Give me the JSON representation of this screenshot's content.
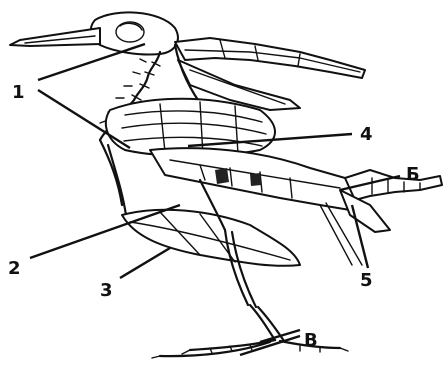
{
  "labels": {
    "l1": "1",
    "l2": "2",
    "l3": "3",
    "l4": "4",
    "l5": "5",
    "lB": "Б",
    "lV": "В"
  }
}
